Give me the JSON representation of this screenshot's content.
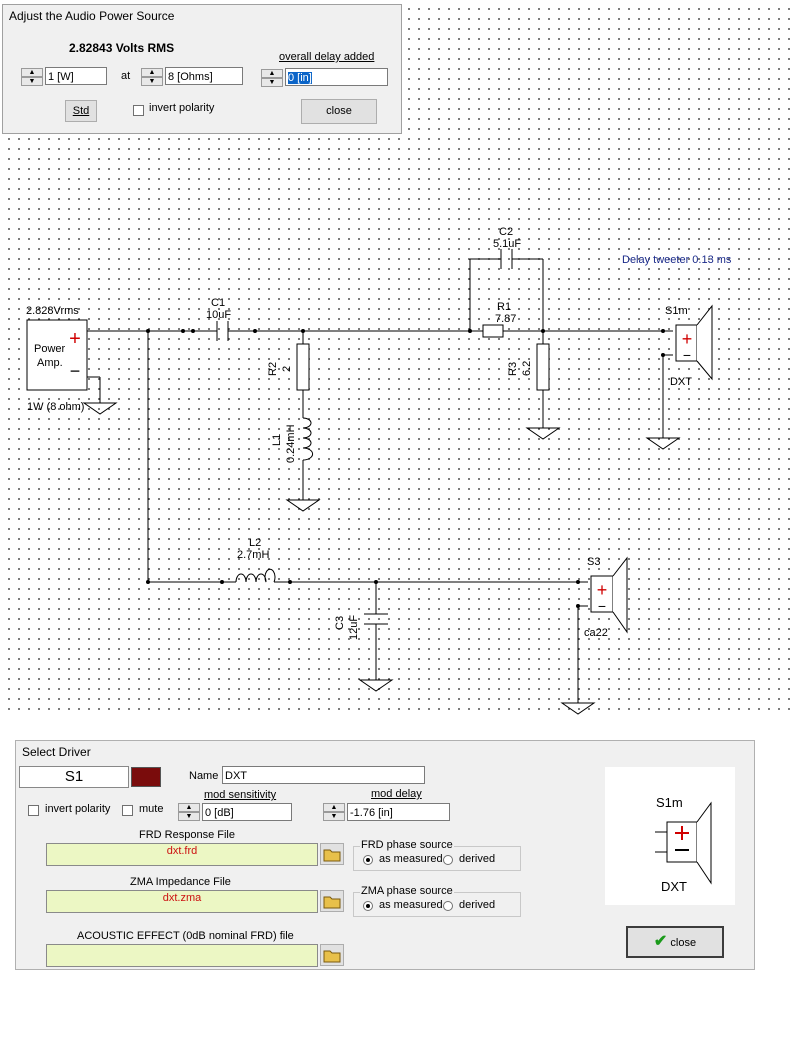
{
  "power_dialog": {
    "title": "Adjust the Audio Power Source",
    "volts": "2.82843 Volts RMS",
    "power_value": "1 [W]",
    "at_label": "at",
    "impedance_value": "8 [Ohms]",
    "delay_label": "overall delay added",
    "delay_value": "0 [in]",
    "std_label": "Std",
    "invert_label": "invert polarity",
    "close_label": "close"
  },
  "schematic": {
    "source_voltage": "2.828Vrms",
    "source_line1": "Power",
    "source_line2": "Amp.",
    "source_rating": "1W (8 ohm)",
    "plus_sign": "+",
    "minus_sign": "−",
    "annotation": "Delay tweeter 0.13 ms",
    "c1_name": "C1",
    "c1_value": "10uF",
    "c2_name": "C2",
    "c2_value": "5.1uF",
    "r1_name": "R1",
    "r1_value": "7.87",
    "r2_name": "R2",
    "r2_value": "2",
    "r3_name": "R3",
    "r3_value": "6.2",
    "l1_name": "L1",
    "l1_value": "0.24mH",
    "l2_name": "L2",
    "l2_value": "2.7mH",
    "c3_name": "C3",
    "c3_value": "12uF",
    "s1_name": "S1m",
    "s1_driver": "DXT",
    "s3_name": "S3",
    "s3_driver": "ca22"
  },
  "driver_dialog": {
    "title": "Select Driver",
    "driver_id": "S1",
    "color_swatch": "#7a0c0c",
    "name_label": "Name",
    "name_value": "DXT",
    "invert_label": "invert polarity",
    "mute_label": "mute",
    "mod_sens_label": "mod sensitivity",
    "mod_sens_value": "0 [dB]",
    "mod_delay_label": "mod delay",
    "mod_delay_value": "-1.76 [in]",
    "frd_label": "FRD Response File",
    "frd_file": "dxt.frd",
    "frd_phase_label": "FRD phase source",
    "zma_label": "ZMA Impedance File",
    "zma_file": "dxt.zma",
    "zma_phase_label": "ZMA phase source",
    "as_measured": "as measured",
    "derived": "derived",
    "acoustic_label": "ACOUSTIC EFFECT (0dB nominal FRD) file",
    "preview_name": "S1m",
    "preview_driver": "DXT",
    "close_label": "close"
  }
}
